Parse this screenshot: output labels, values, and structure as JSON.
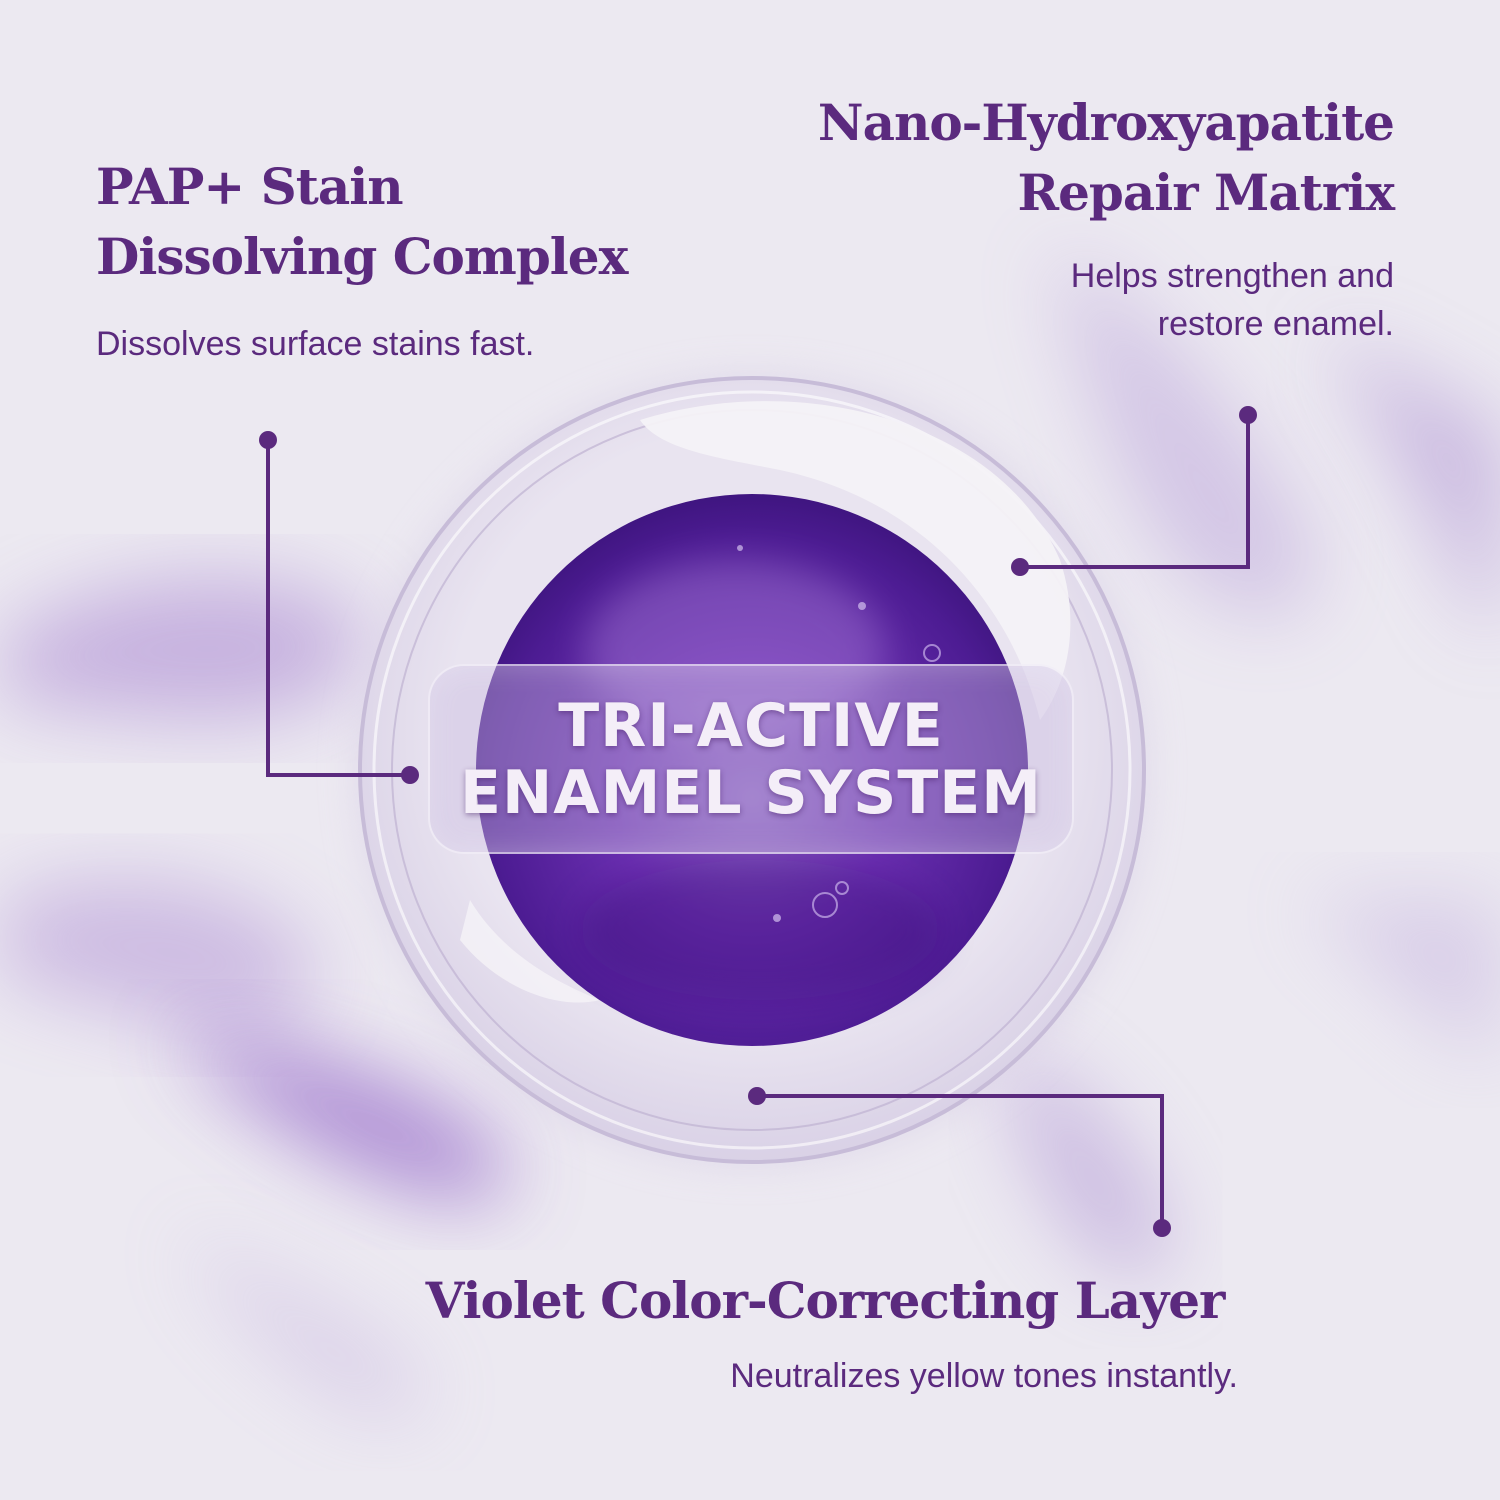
{
  "features": {
    "pap": {
      "title_line1": "PAP+ Stain",
      "title_line2": "Dissolving Complex",
      "description": "Dissolves surface stains fast."
    },
    "nano": {
      "title_line1": "Nano-Hydroxyapatite",
      "title_line2": "Repair Matrix",
      "description_line1": "Helps strengthen and",
      "description_line2": "restore enamel."
    },
    "violet": {
      "title": "Violet Color-Correcting Layer",
      "description": "Neutralizes yellow tones instantly."
    }
  },
  "center": {
    "label_line1": "TRI-ACTIVE",
    "label_line2": "ENAMEL SYSTEM"
  },
  "colors": {
    "accent": "#5b2a7e",
    "background": "#ece9f1",
    "gel": "#6a2fb0"
  }
}
